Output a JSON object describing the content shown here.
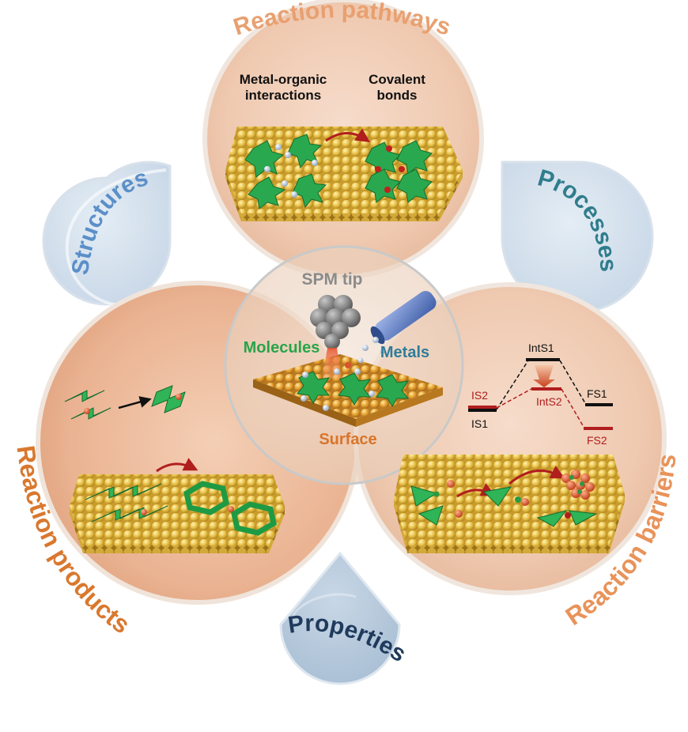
{
  "labels": {
    "reaction_pathways": "Reaction pathways",
    "structures": "Structures",
    "processes": "Processes",
    "reaction_products": "Reaction products",
    "reaction_barriers": "Reaction barriers",
    "properties": "Properties",
    "spm_tip": "SPM tip",
    "molecules": "Molecules",
    "metals": "Metals",
    "surface": "Surface",
    "metal_organic_line1": "Metal-organic",
    "metal_organic_line2": "interactions",
    "covalent_line1": "Covalent",
    "covalent_line2": "bonds"
  },
  "energy_diagram": {
    "IS1": "IS1",
    "IS2": "IS2",
    "IntS1": "IntS1",
    "IntS2": "IntS2",
    "FS1": "FS1",
    "FS2": "FS2"
  },
  "colors": {
    "pathway_text": "#e8a070",
    "product_text": "#d9782e",
    "structures_text": "#5b8fc9",
    "processes_text": "#2f7d8c",
    "properties_text": "#1f3a5c",
    "molecule_green": "#27a54a",
    "metal_blue": "#2f7d9a",
    "surface_orange": "#d9742a",
    "path2_red": "#b01e1e"
  }
}
